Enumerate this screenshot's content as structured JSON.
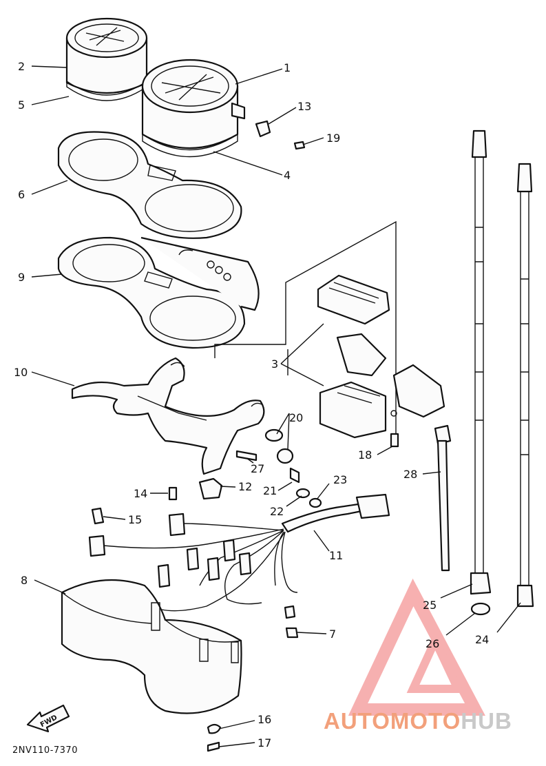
{
  "diagram": {
    "callouts": [
      {
        "id": "c1",
        "label": "1"
      },
      {
        "id": "c2",
        "label": "2"
      },
      {
        "id": "c3",
        "label": "3"
      },
      {
        "id": "c4",
        "label": "4"
      },
      {
        "id": "c5",
        "label": "5"
      },
      {
        "id": "c6",
        "label": "6"
      },
      {
        "id": "c7",
        "label": "7"
      },
      {
        "id": "c8",
        "label": "8"
      },
      {
        "id": "c9",
        "label": "9"
      },
      {
        "id": "c10",
        "label": "10"
      },
      {
        "id": "c11",
        "label": "11"
      },
      {
        "id": "c12",
        "label": "12"
      },
      {
        "id": "c13",
        "label": "13"
      },
      {
        "id": "c14",
        "label": "14"
      },
      {
        "id": "c15",
        "label": "15"
      },
      {
        "id": "c16",
        "label": "16"
      },
      {
        "id": "c17",
        "label": "17"
      },
      {
        "id": "c18",
        "label": "18"
      },
      {
        "id": "c19",
        "label": "19"
      },
      {
        "id": "c20",
        "label": "20"
      },
      {
        "id": "c21",
        "label": "21"
      },
      {
        "id": "c22",
        "label": "22"
      },
      {
        "id": "c23",
        "label": "23"
      },
      {
        "id": "c24",
        "label": "24"
      },
      {
        "id": "c25",
        "label": "25"
      },
      {
        "id": "c26",
        "label": "26"
      },
      {
        "id": "c27",
        "label": "27"
      },
      {
        "id": "c28",
        "label": "28"
      }
    ],
    "fwd_label": "FWD",
    "drawing_code": "2NV110-7370"
  },
  "watermark": {
    "part1": "AUTOMOTO",
    "part2": "HUB",
    "color_primary": "#f2a07b",
    "color_secondary": "#c9c9c9"
  }
}
